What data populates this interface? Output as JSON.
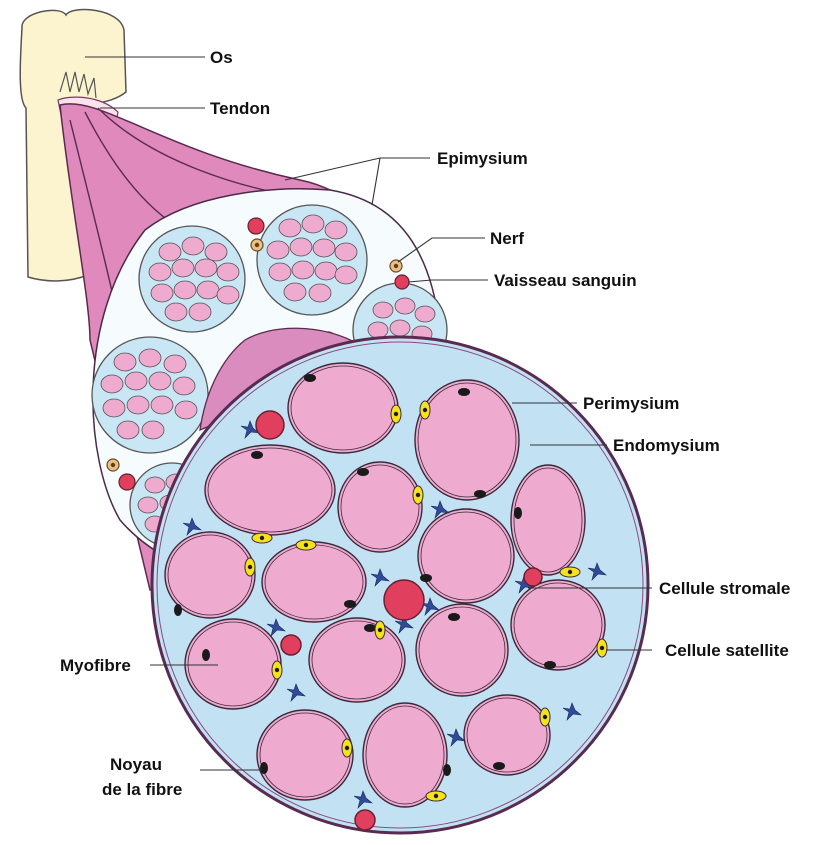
{
  "labels": {
    "os": "Os",
    "tendon": "Tendon",
    "epimysium": "Epimysium",
    "nerf": "Nerf",
    "vaisseau": "Vaisseau sanguin",
    "perimysium": "Perimysium",
    "endomysium": "Endomysium",
    "stromale": "Cellule stromale",
    "satellite": "Cellule satellite",
    "myofibre": "Myofibre",
    "noyau_1": "Noyau",
    "noyau_2": "de la fibre"
  },
  "colors": {
    "bone": "#fcf3cf",
    "tendon": "#fbe3ee",
    "muscle_sheath": "#e089bd",
    "fascicle_fill": "#c8e6f4",
    "myofibre": "#eeaacf",
    "endomysium": "#c2e2f4",
    "vessel": "#e0405e",
    "nucleus": "#1a1a1a",
    "satellite": "#f7e11a",
    "stromal": "#2f4b9b",
    "outline": "#5a2a50"
  }
}
